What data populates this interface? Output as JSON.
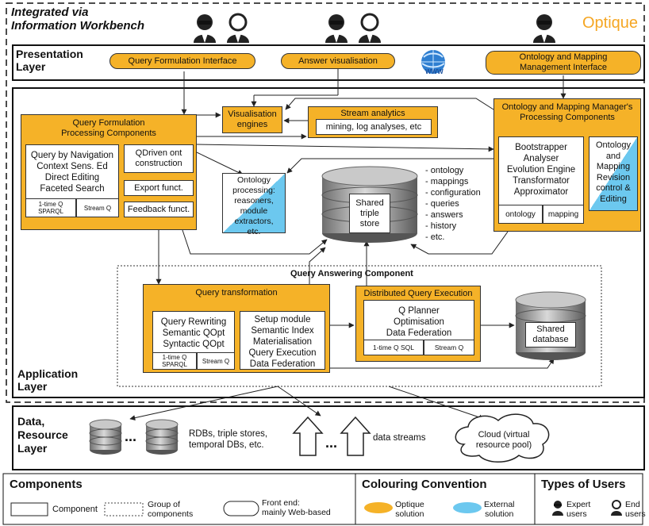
{
  "header": {
    "title_line1": "Integrated via",
    "title_line2": "Information Workbench",
    "brand": "Optique"
  },
  "presentation": {
    "layer_title_1": "Presentation",
    "layer_title_2": "Layer",
    "qfi": "Query Formulation Interface",
    "answer_vis": "Answer visualisation",
    "omm_interface_1": "Ontology and Mapping",
    "omm_interface_2": "Management Interface",
    "www": "WWW"
  },
  "application": {
    "layer_title_1": "Application",
    "layer_title_2": "Layer",
    "qf_processing_1": "Query Formulation",
    "qf_processing_2": "Processing Components",
    "qf_list": [
      "Query by Navigation",
      "Context Sens. Ed",
      "Direct Editing",
      "Faceted Search"
    ],
    "qf_1time_1": "1-time Q",
    "qf_1time_2": "SPARQL",
    "qf_stream": "Stream Q",
    "qdriven_1": "QDriven ont",
    "qdriven_2": "construction",
    "export": "Export funct.",
    "feedback": "Feedback funct.",
    "vis_engines_1": "Visualisation",
    "vis_engines_2": "engines",
    "stream_analytics": "Stream analytics",
    "mining": "mining, log analyses, etc",
    "ont_processing": [
      "Ontology",
      "processing:",
      "reasoners,",
      "module extractors,",
      "etc."
    ],
    "triple_store": [
      "Shared",
      "triple",
      "store"
    ],
    "store_contents": [
      "- ontology",
      "- mappings",
      "- configuration",
      "- queries",
      "- answers",
      "- history",
      "- etc."
    ],
    "omm_processing_1": "Ontology and Mapping Manager's",
    "omm_processing_2": "Processing Components",
    "omm_list": [
      "Bootstrapper",
      "Analyser",
      "Evolution Engine",
      "Transformator",
      "Approximator"
    ],
    "omm_ontology": "ontology",
    "omm_mapping": "mapping",
    "omm_revision": [
      "Ontology",
      "and",
      "Mapping",
      "Revision",
      "control &",
      "Editing"
    ],
    "qac_title": "Query Answering Component",
    "qt_title": "Query transformation",
    "qt_list": [
      "Query Rewriting",
      "Semantic QOpt",
      "Syntactic QOpt"
    ],
    "qt_1time_1": "1-time Q",
    "qt_1time_2": "SPARQL",
    "qt_stream": "Stream Q",
    "setup_list": [
      "Setup module",
      "Semantic Index",
      "Materialisation",
      "Query Execution",
      "Data Federation"
    ],
    "dqe_title": "Distributed Query Execution",
    "dqe_list": [
      "Q Planner",
      "Optimisation",
      "Data Federation"
    ],
    "dqe_1time": "1-time Q SQL",
    "dqe_stream": "Stream Q",
    "shared_db": [
      "Shared",
      "database"
    ]
  },
  "data_layer": {
    "title": [
      "Data,",
      "Resource",
      "Layer"
    ],
    "ellipsis": "...",
    "rdbs": [
      "RDBs, triple stores,",
      "temporal DBs, etc."
    ],
    "ellipsis2": "...",
    "streams": "data streams",
    "cloud": [
      "Cloud (virtual",
      "resource pool)"
    ]
  },
  "legend": {
    "components_title": "Components",
    "component": "Component",
    "group": [
      "Group of",
      "components"
    ],
    "frontend": [
      "Front end:",
      "mainly Web-based"
    ],
    "colouring_title": "Colouring Convention",
    "optique_sol": [
      "Optique",
      "solution"
    ],
    "external_sol": [
      "External",
      "solution"
    ],
    "users_title": "Types of Users",
    "expert": [
      "Expert",
      "users"
    ],
    "end": [
      "End",
      "users"
    ]
  },
  "colors": {
    "optique_orange": "#f5b228",
    "external_blue": "#6cc8ef",
    "brand": "#f5a623"
  }
}
